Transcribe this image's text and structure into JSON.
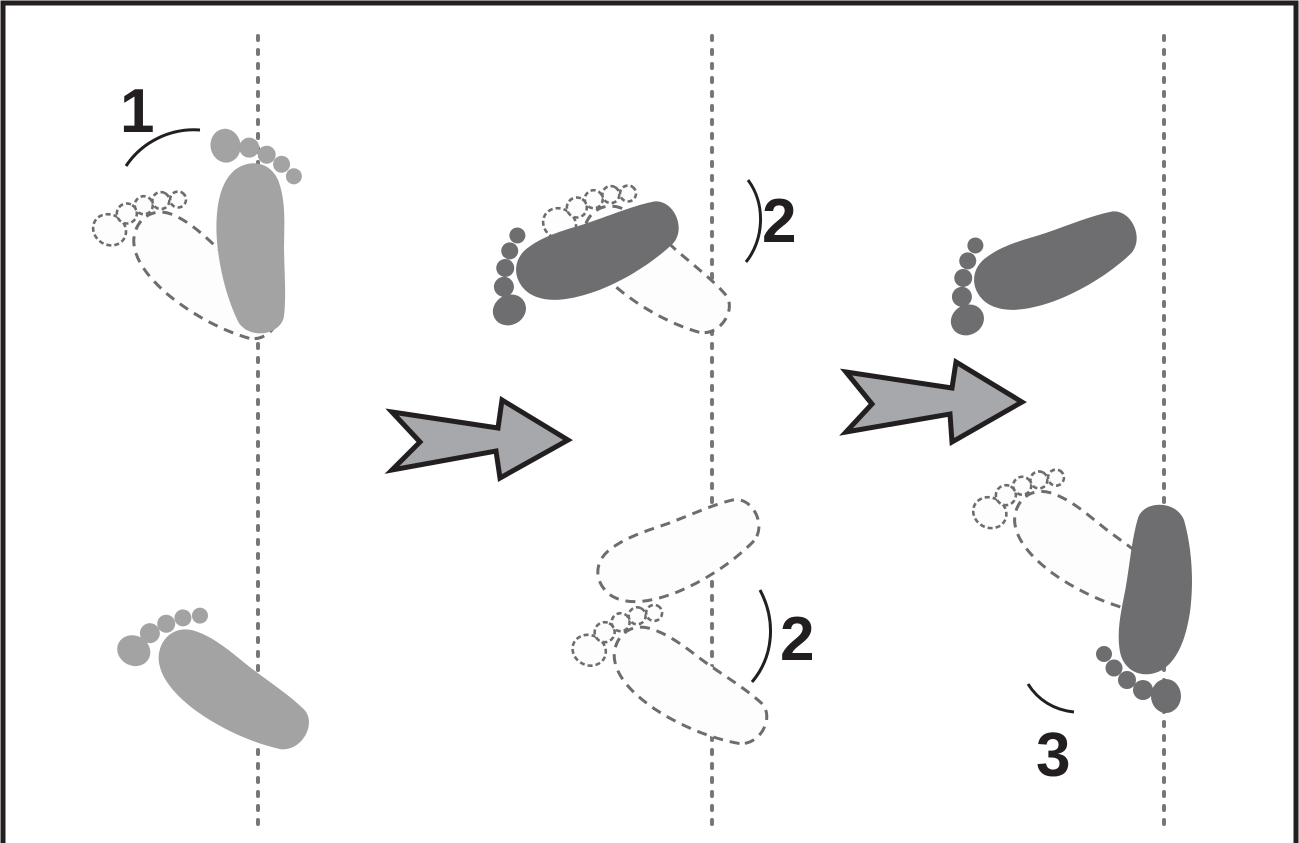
{
  "steps": {
    "one": "1",
    "two_upper": "2",
    "two_lower": "2",
    "three": "3"
  },
  "colors": {
    "border": "#231f20",
    "foot_light": "#a3a3a3",
    "foot_dark": "#6e6e70",
    "arrow_fill": "#a7a8ab",
    "outline_dashed": "#6d6d6d",
    "center_line": "#777777"
  }
}
